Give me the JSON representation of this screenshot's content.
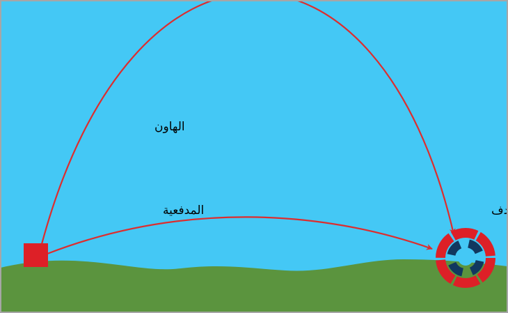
{
  "labels": {
    "mortar": "الهاون",
    "artillery": "المدفعية",
    "target": "الهدف"
  },
  "colors": {
    "sky": "#44c8f5",
    "ground": "#5b943e",
    "border": "#a6a6a6",
    "trajectory": "#dd2d2e",
    "launcher": "#dd2027",
    "target_outer": "#dd2027",
    "target_inner": "#11385f",
    "target_center": "#44c8f5"
  }
}
